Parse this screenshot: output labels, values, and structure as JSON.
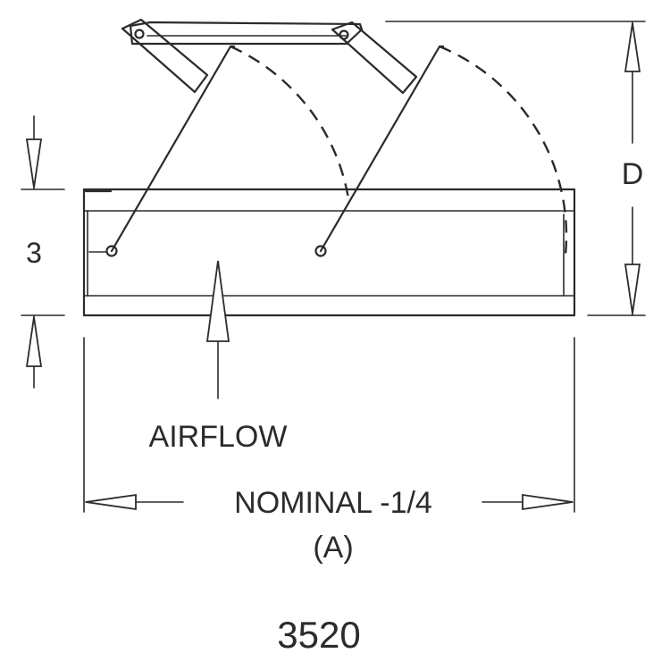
{
  "dimensions": {
    "height_label": "D",
    "frame_depth_label": "3",
    "width_label": "NOMINAL -1/4",
    "width_sub_label": "(A)"
  },
  "airflow_label": "AIRFLOW",
  "model_number": "3520"
}
